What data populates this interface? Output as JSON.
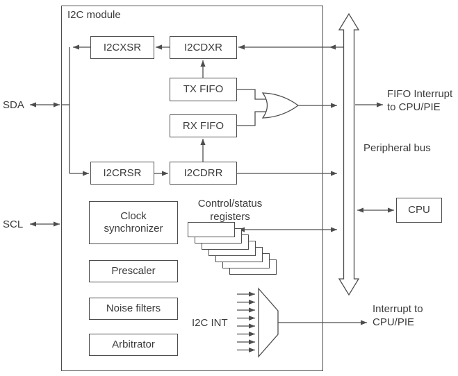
{
  "diagram": {
    "title": "I2C module",
    "pins": {
      "sda": "SDA",
      "scl": "SCL"
    },
    "blocks": {
      "i2cxsr": "I2CXSR",
      "i2cdxr": "I2CDXR",
      "tx_fifo": "TX FIFO",
      "rx_fifo": "RX FIFO",
      "i2crsr": "I2CRSR",
      "i2cdrr": "I2CDRR",
      "clock_sync": "Clock synchronizer",
      "prescaler": "Prescaler",
      "noise_filters": "Noise filters",
      "arbitrator": "Arbitrator",
      "cpu": "CPU"
    },
    "annotations": {
      "fifo_interrupt": [
        "FIFO Interrupt",
        "to CPU/PIE"
      ],
      "peripheral_bus": "Peripheral bus",
      "control_status": [
        "Control/status",
        "registers"
      ],
      "i2c_int": "I2C INT",
      "interrupt": [
        "Interrupt to",
        "CPU/PIE"
      ]
    },
    "colors": {
      "line": "#4d4d4d",
      "text": "#3b3b3b",
      "background": "#ffffff"
    },
    "register_stack_count": 7,
    "mux_input_count": 8
  }
}
